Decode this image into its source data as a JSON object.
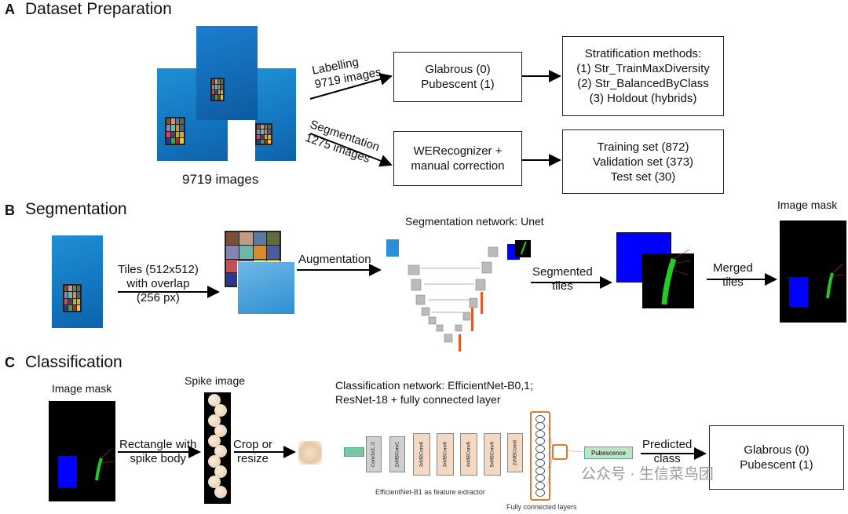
{
  "section_a": {
    "letter": "A",
    "title": "Dataset Preparation",
    "images_caption": "9719 images",
    "labelling_line1": "Labelling",
    "labelling_line2": "9719 images",
    "label_box": [
      "Glabrous (0)",
      "Pubescent (1)"
    ],
    "strat_box": [
      "Stratification methods:",
      "(1) Str_TrainMaxDiversity",
      "(2) Str_BalancedByClass",
      "(3) Holdout (hybrids)"
    ],
    "segmentation_line1": "Segmentation",
    "segmentation_line2": "1275 images",
    "werec_box": [
      "WERecognizer +",
      "manual correction"
    ],
    "sets_box": [
      "Training set (872)",
      "Validation set (373)",
      "Test set (30)"
    ]
  },
  "section_b": {
    "letter": "B",
    "title": "Segmentation",
    "tiles_label": [
      "Tiles (512x512)",
      "with overlap",
      "(256 px)"
    ],
    "augmentation": "Augmentation",
    "network_title": "Segmentation network: Unet",
    "segmented_tiles": [
      "Segmented",
      "tiles"
    ],
    "merged_tiles": [
      "Merged",
      "tiles"
    ],
    "image_mask": "Image mask"
  },
  "section_c": {
    "letter": "C",
    "title": "Classification",
    "image_mask": "Image mask",
    "spike_image": "Spike image",
    "rectangle_label": [
      "Rectangle with",
      "spike body"
    ],
    "crop_label": [
      "Crop or",
      "resize"
    ],
    "network_title": [
      "Classification network: EfficientNet-B0,1;",
      "ResNet-18 + fully connected layer"
    ],
    "predicted_class": [
      "Predicted",
      "class"
    ],
    "result_box": [
      "Glabrous (0)",
      "Pubescent (1)"
    ],
    "feature_extractor": "EfficientNet-B1 as feature extractor",
    "fc_layers": "Fully connected layers",
    "pubescence": "Pubescence",
    "watermark": "公众号 · 生信菜鸟团"
  },
  "colors": {
    "photo_blue": "#1477c2",
    "mask_blue": "#0000ff",
    "spike_green": "#22cc22",
    "fc_orange": "#e07a2a"
  }
}
